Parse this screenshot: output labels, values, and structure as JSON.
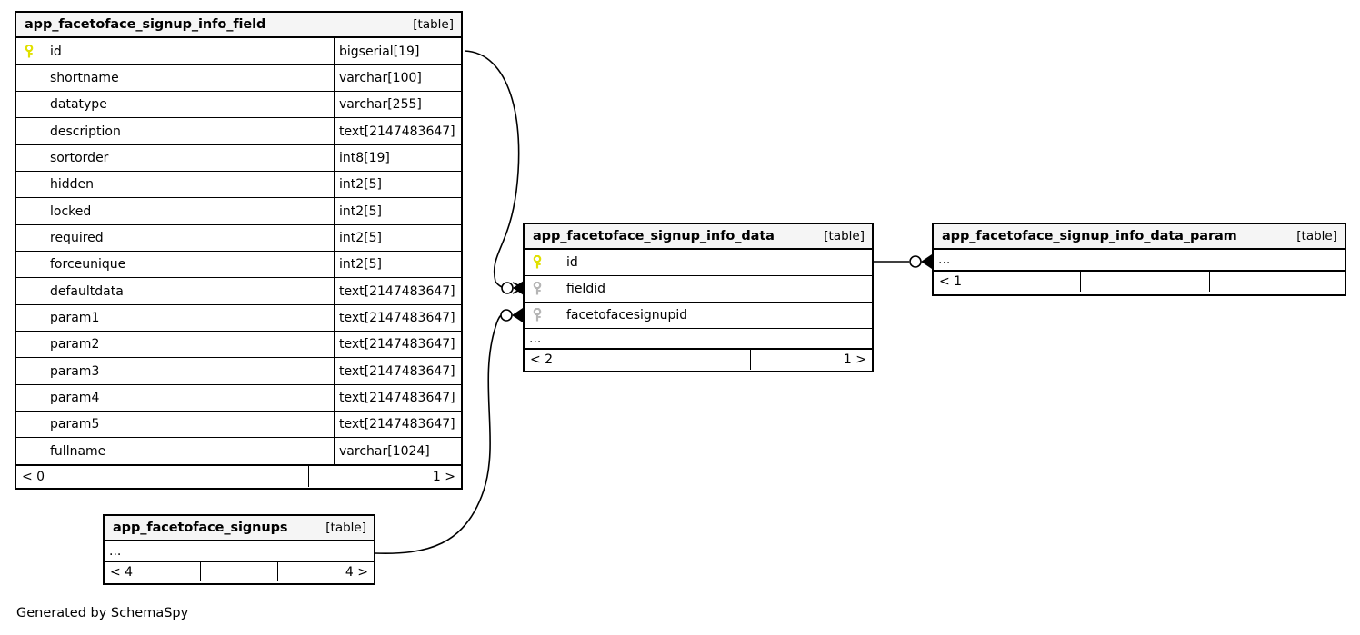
{
  "diagram": {
    "type": "database-schema-er-diagram",
    "generator_caption": "Generated by SchemaSpy",
    "table_tag": "[table]",
    "ellipsis": "...",
    "colors": {
      "primary_key": "#e8e800",
      "foreign_key": "#b5b5b5",
      "border": "#000000",
      "header_background": "#f5f5f5",
      "background": "#ffffff"
    }
  },
  "tables": [
    {
      "id": "app_facetoface_signup_info_field",
      "name": "app_facetoface_signup_info_field",
      "tag": "[table]",
      "columns": [
        {
          "name": "id",
          "type": "bigserial[19]",
          "key": "primary"
        },
        {
          "name": "shortname",
          "type": "varchar[100]",
          "key": "none"
        },
        {
          "name": "datatype",
          "type": "varchar[255]",
          "key": "none"
        },
        {
          "name": "description",
          "type": "text[2147483647]",
          "key": "none"
        },
        {
          "name": "sortorder",
          "type": "int8[19]",
          "key": "none"
        },
        {
          "name": "hidden",
          "type": "int2[5]",
          "key": "none"
        },
        {
          "name": "locked",
          "type": "int2[5]",
          "key": "none"
        },
        {
          "name": "required",
          "type": "int2[5]",
          "key": "none"
        },
        {
          "name": "forceunique",
          "type": "int2[5]",
          "key": "none"
        },
        {
          "name": "defaultdata",
          "type": "text[2147483647]",
          "key": "none"
        },
        {
          "name": "param1",
          "type": "text[2147483647]",
          "key": "none"
        },
        {
          "name": "param2",
          "type": "text[2147483647]",
          "key": "none"
        },
        {
          "name": "param3",
          "type": "text[2147483647]",
          "key": "none"
        },
        {
          "name": "param4",
          "type": "text[2147483647]",
          "key": "none"
        },
        {
          "name": "param5",
          "type": "text[2147483647]",
          "key": "none"
        },
        {
          "name": "fullname",
          "type": "varchar[1024]",
          "key": "none"
        }
      ],
      "footer": {
        "left": "< 0",
        "middle": "",
        "right": "1 >"
      }
    },
    {
      "id": "app_facetoface_signup_info_data",
      "name": "app_facetoface_signup_info_data",
      "tag": "[table]",
      "columns": [
        {
          "name": "id",
          "type": "",
          "key": "primary"
        },
        {
          "name": "fieldid",
          "type": "",
          "key": "foreign"
        },
        {
          "name": "facetofacesignupid",
          "type": "",
          "key": "foreign"
        }
      ],
      "more_row": "...",
      "footer": {
        "left": "< 2",
        "middle": "",
        "right": "1 >"
      }
    },
    {
      "id": "app_facetoface_signup_info_data_param",
      "name": "app_facetoface_signup_info_data_param",
      "tag": "[table]",
      "columns": [],
      "more_row": "...",
      "footer": {
        "left": "< 1",
        "middle": "",
        "right": ""
      }
    },
    {
      "id": "app_facetoface_signups",
      "name": "app_facetoface_signups",
      "tag": "[table]",
      "columns": [],
      "more_row": "...",
      "footer": {
        "left": "< 4",
        "middle": "",
        "right": "4 >"
      }
    }
  ],
  "relationships": [
    {
      "from": "app_facetoface_signup_info_field.id",
      "to": "app_facetoface_signup_info_data.fieldid",
      "cardinality": "zero-or-more"
    },
    {
      "from": "app_facetoface_signups",
      "to": "app_facetoface_signup_info_data.facetofacesignupid",
      "cardinality": "zero-or-more"
    },
    {
      "from": "app_facetoface_signup_info_data.id",
      "to": "app_facetoface_signup_info_data_param",
      "cardinality": "zero-or-more"
    }
  ]
}
